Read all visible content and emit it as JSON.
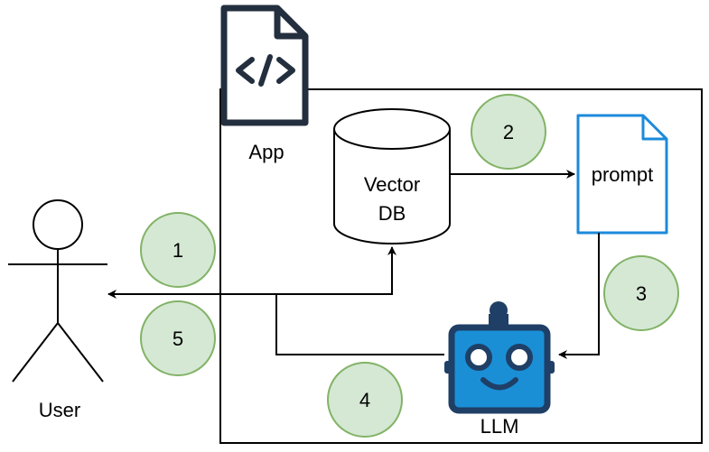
{
  "labels": {
    "app": "App",
    "vector_db_line1": "Vector",
    "vector_db_line2": "DB",
    "prompt": "prompt",
    "llm": "LLM",
    "user": "User"
  },
  "steps": [
    "1",
    "2",
    "3",
    "4",
    "5"
  ],
  "colors": {
    "step_fill": "#d5e8d4",
    "step_stroke": "#82b366",
    "prompt_stroke": "#1c8adb",
    "robot_body": "#1a8fd6",
    "robot_dark": "#1f3f66",
    "app_icon": "#232f3e",
    "line": "#000000"
  },
  "icons": {
    "app": "code-file-icon",
    "prompt": "document-icon",
    "llm": "robot-icon",
    "user": "stick-figure-icon",
    "vector_db": "database-cylinder-icon"
  }
}
